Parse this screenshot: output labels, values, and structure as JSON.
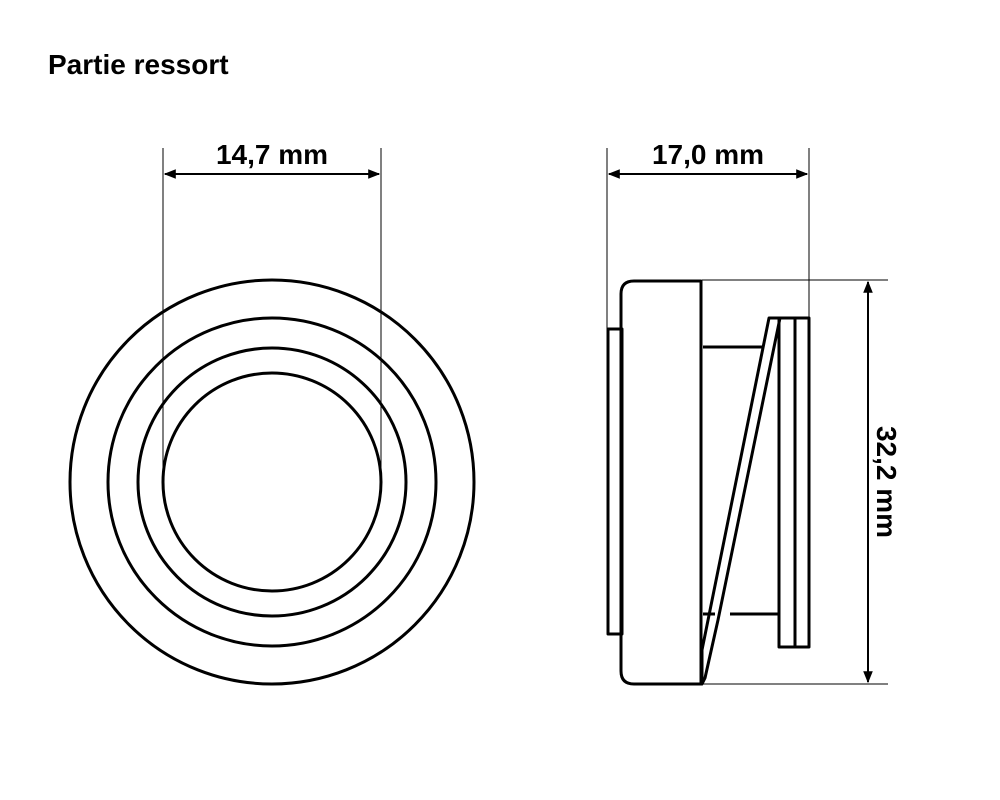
{
  "title": "Partie ressort",
  "front_view": {
    "width_label": "14,7 mm"
  },
  "side_view": {
    "length_label": "17,0 mm",
    "height_label": "32,2 mm"
  },
  "colors": {
    "stroke": "#000000",
    "background": "#ffffff"
  }
}
